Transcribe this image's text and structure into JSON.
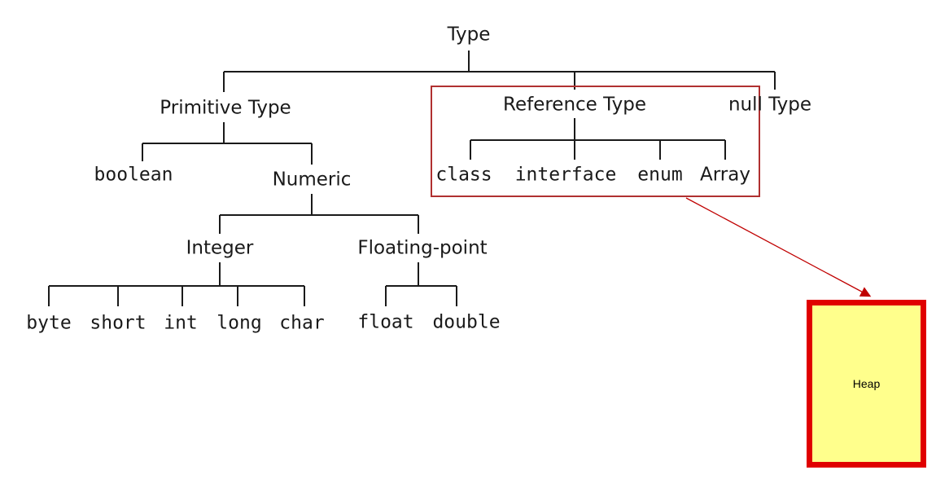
{
  "diagram": {
    "root": "Type",
    "primitive_type": "Primitive Type",
    "reference_type": "Reference Type",
    "null_type": "null Type",
    "boolean": "boolean",
    "numeric": "Numeric",
    "integer": "Integer",
    "floating_point": "Floating-point",
    "integer_types": [
      "byte",
      "short",
      "int",
      "long",
      "char"
    ],
    "float_types": [
      "float",
      "double"
    ],
    "reference_types": [
      "class",
      "interface",
      "enum",
      "Array"
    ]
  },
  "heap": {
    "label": "Heap"
  },
  "colors": {
    "tree_line": "#1a1a1a",
    "highlight_border": "#b03030",
    "arrow": "#c00000",
    "heap_fill": "#ffff8c",
    "heap_border": "#e00000"
  }
}
